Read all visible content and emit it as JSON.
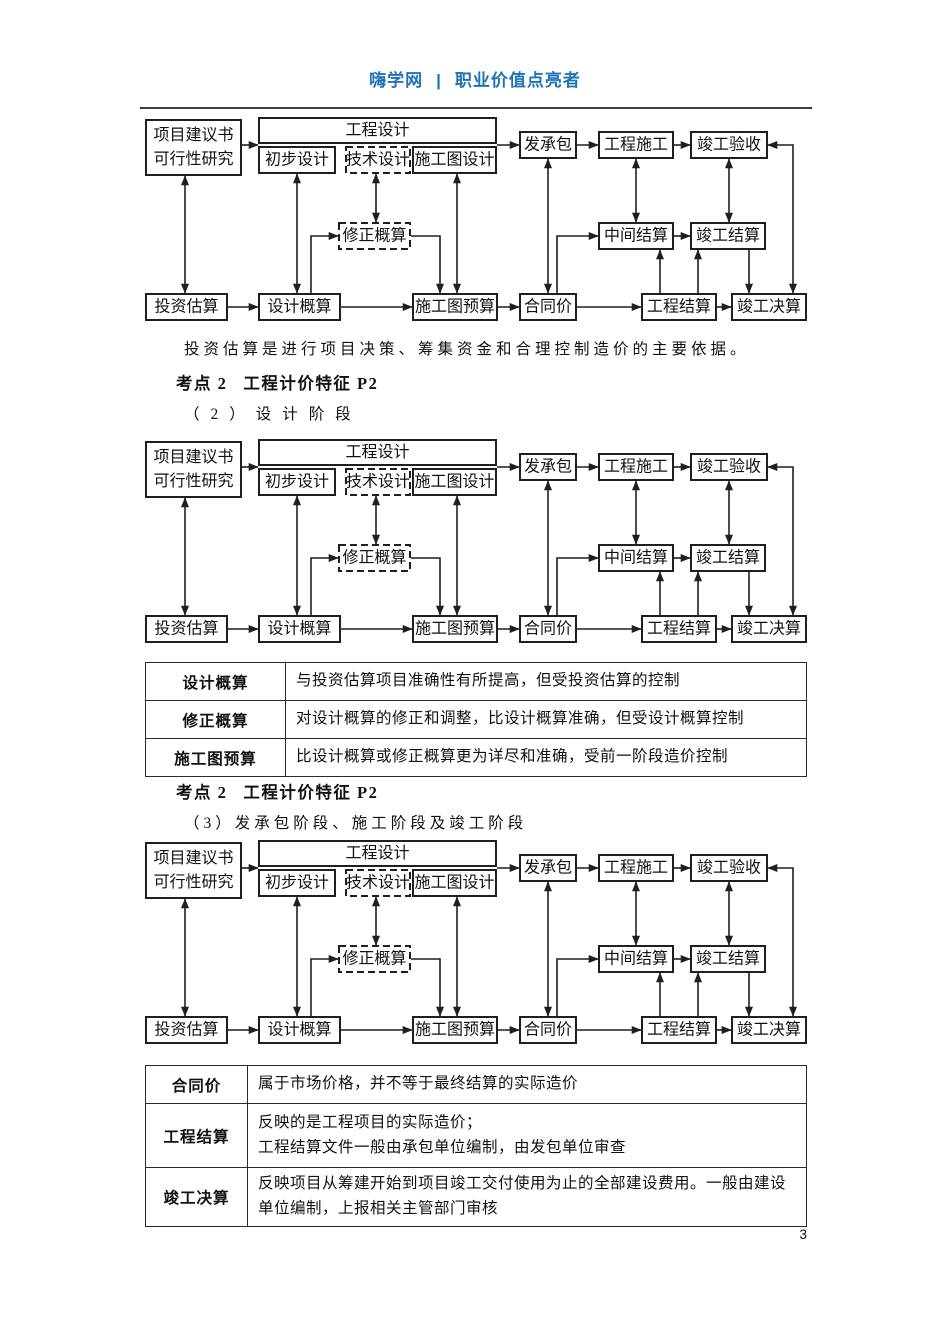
{
  "header": {
    "brand": "嗨学网",
    "separator": "|",
    "slogan": "职业价值点亮者",
    "accent_color": "#1e73b8"
  },
  "intro_note": "投资估算是进行项目决策、筹集资金和合理控制造价的主要依据。",
  "sections": [
    {
      "heading_tag": "考点 2",
      "heading_title": "工程计价特征 P2",
      "subtitle": "（2）设计阶段"
    },
    {
      "heading_tag": "考点 2",
      "heading_title": "工程计价特征 P2",
      "subtitle": "（3）发承包阶段、施工阶段及竣工阶段"
    }
  ],
  "flowchart": {
    "boxes": {
      "proposal": "项目建议书\n可行性研究",
      "design_outer": "工程设计",
      "preliminary_design": "初步设计",
      "technical_design": "技术设计",
      "drawing_design": "施工图设计",
      "revised_estimate": "修正概算",
      "investment_estimate": "投资估算",
      "design_estimate": "设计概算",
      "drawing_budget": "施工图预算",
      "contract_price": "合同价",
      "bidding": "发承包",
      "construction": "工程施工",
      "acceptance": "竣工验收",
      "interim_settlement": "中间结算",
      "completion_settlement": "竣工结算",
      "project_settlement": "工程结算",
      "final_accounts": "竣工决算"
    }
  },
  "tables": [
    {
      "rows": [
        {
          "term": "设计概算",
          "desc": "与投资估算项目准确性有所提高，但受投资估算的控制"
        },
        {
          "term": "修正概算",
          "desc": "对设计概算的修正和调整，比设计概算准确，但受设计概算控制"
        },
        {
          "term": "施工图预算",
          "desc": "比设计概算或修正概算更为详尽和准确，受前一阶段造价控制"
        }
      ]
    },
    {
      "rows": [
        {
          "term": "合同价",
          "desc": "属于市场价格，并不等于最终结算的实际造价"
        },
        {
          "term": "工程结算",
          "desc": "反映的是工程项目的实际造价；\n工程结算文件一般由承包单位编制，由发包单位审查"
        },
        {
          "term": "竣工决算",
          "desc": "反映项目从筹建开始到项目竣工交付使用为止的全部建设费用。一般由建设单位编制，上报相关主管部门审核"
        }
      ]
    }
  ],
  "page_number": "3"
}
